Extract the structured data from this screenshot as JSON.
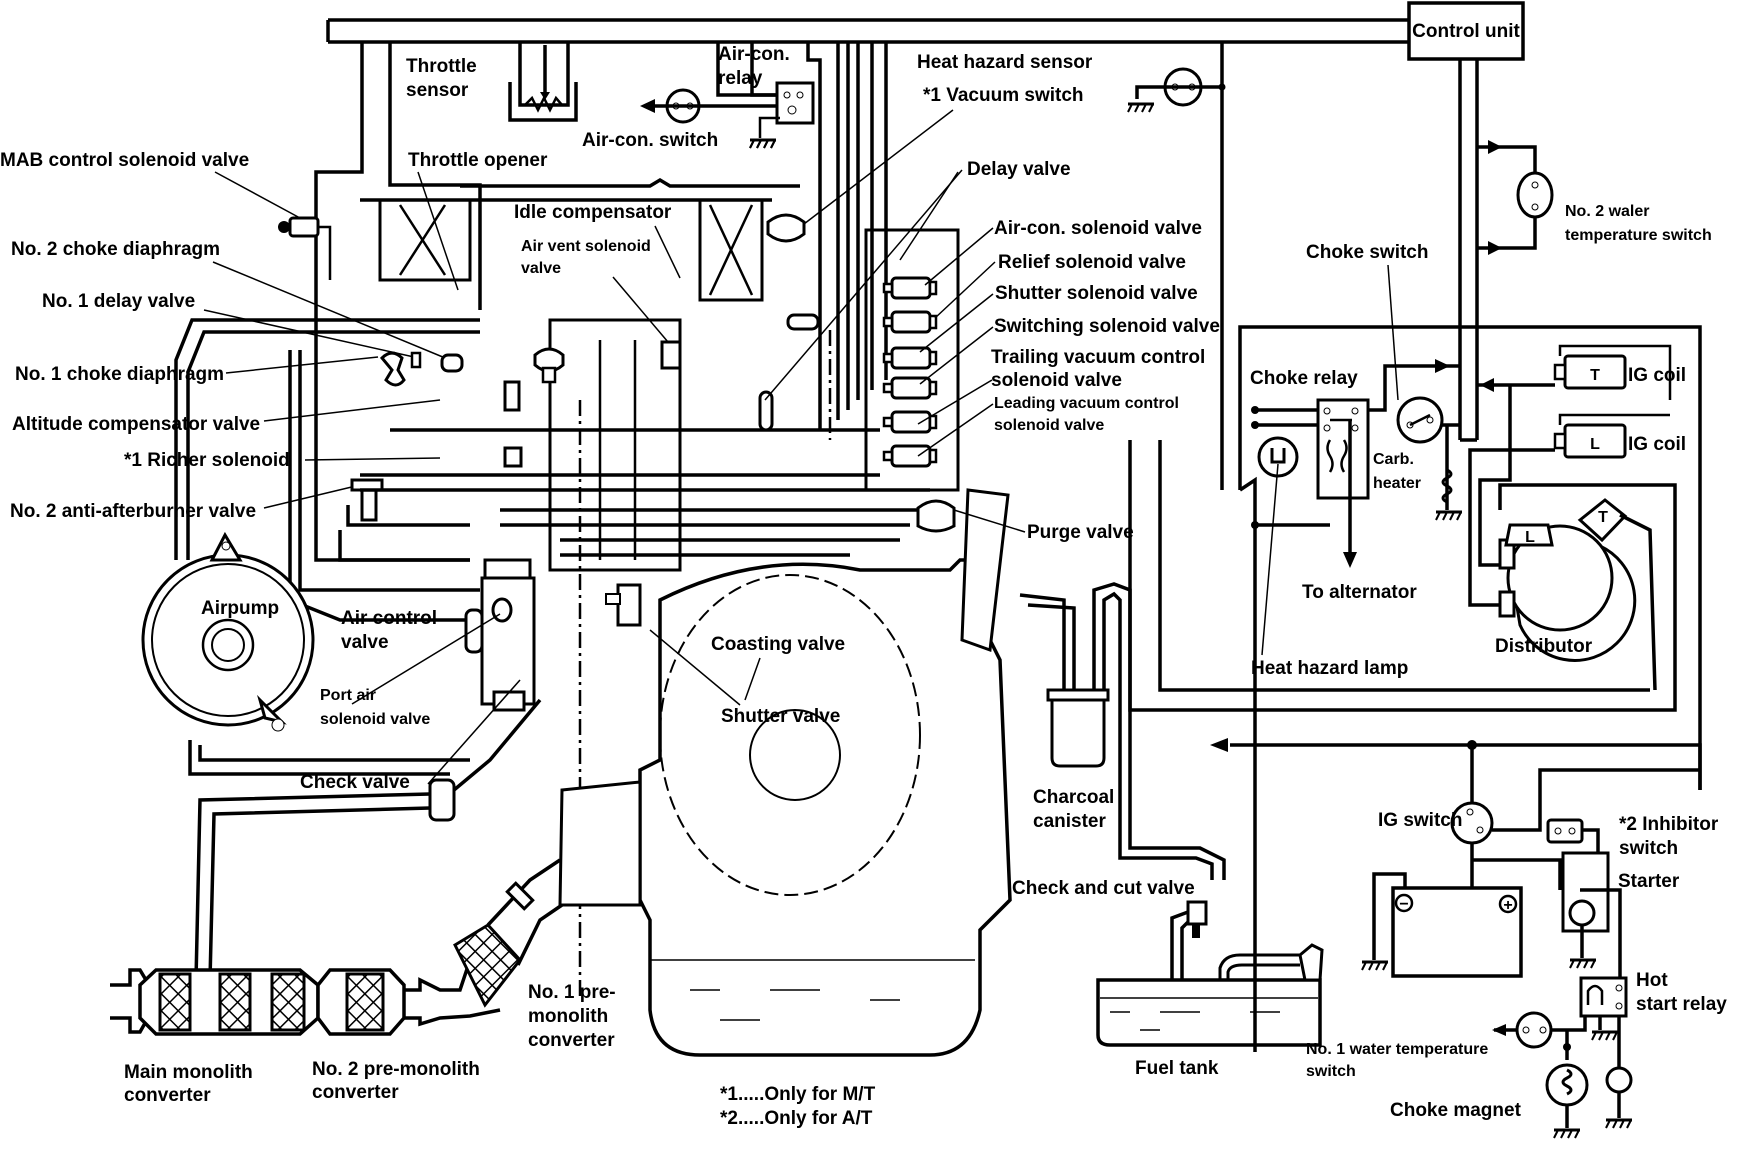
{
  "diagram": {
    "title": "Emission control system wiring and vacuum diagram",
    "control_unit": "Control unit",
    "labels": {
      "throttle_sensor": [
        "Throttle",
        "sensor"
      ],
      "air_con_relay": [
        "Air-con.",
        "relay"
      ],
      "heat_hazard_sensor": "Heat hazard sensor",
      "vacuum_switch": "*1 Vacuum switch",
      "air_con_switch": "Air-con. switch",
      "mab_control_solenoid_valve": "MAB control solenoid valve",
      "throttle_opener": "Throttle opener",
      "delay_valve": "Delay valve",
      "idle_compensator": "Idle compensator",
      "air_vent_solenoid_valve": [
        "Air vent solenoid",
        "valve"
      ],
      "no2_choke_diaphragm": "No. 2 choke diaphragm",
      "air_con_solenoid_valve": "Air-con. solenoid valve",
      "relief_solenoid_valve": "Relief solenoid valve",
      "shutter_solenoid_valve": "Shutter solenoid valve",
      "switching_solenoid_valve": "Switching solenoid valve",
      "trailing_vacuum_control": [
        "Trailing vacuum control",
        "solenoid valve"
      ],
      "leading_vacuum_control": [
        "Leading vacuum control",
        "solenoid valve"
      ],
      "no1_delay_valve": "No. 1 delay valve",
      "no1_choke_diaphragm": "No. 1 choke diaphragm",
      "altitude_compensator_valve": "Altitude compensator valve",
      "richer_solenoid": "*1 Richer solenoid",
      "no2_anti_afterburner_valve": "No. 2 anti-afterburner valve",
      "purge_valve": "Purge valve",
      "airpump": "Airpump",
      "air_control_valve": [
        "Air control",
        "valve"
      ],
      "port_air_solenoid_valve": [
        "Port air",
        "solenoid valve"
      ],
      "coasting_valve": "Coasting valve",
      "shutter_valve": "Shutter valve",
      "check_valve": "Check valve",
      "charcoal_canister": [
        "Charcoal",
        "canister"
      ],
      "check_and_cut_valve": "Check and cut valve",
      "no1_pre_monolith_converter": [
        "No. 1 pre-",
        "monolith",
        "converter"
      ],
      "main_monolith_converter": [
        "Main monolith",
        "converter"
      ],
      "no2_pre_monolith_converter": [
        "No. 2 pre-monolith",
        "converter"
      ],
      "fuel_tank": "Fuel tank",
      "no2_water_temperature_switch": [
        "No. 2 waler",
        "temperature switch"
      ],
      "choke_switch": "Choke switch",
      "choke_relay": "Choke relay",
      "ig_coil_t": "IG coil",
      "ig_coil_l": "IG coil",
      "coil_t_letter": "T",
      "coil_l_letter": "L",
      "carb_heater": [
        "Carb.",
        "heater"
      ],
      "to_alternator": "To alternator",
      "distributor": "Distributor",
      "heat_hazard_lamp": "Heat hazard lamp",
      "ig_switch": "IG switch",
      "inhibitor_switch": [
        "*2 Inhibitor",
        "switch"
      ],
      "starter": "Starter",
      "hot_start_relay": [
        "Hot",
        "start relay"
      ],
      "no1_water_temperature_switch": [
        "No. 1 water temperature",
        "switch"
      ],
      "choke_magnet": "Choke magnet",
      "battery_negative": "−",
      "battery_positive": "+"
    },
    "footnotes": [
      "*1.....Only for M/T",
      "*2.....Only for A/T"
    ]
  }
}
